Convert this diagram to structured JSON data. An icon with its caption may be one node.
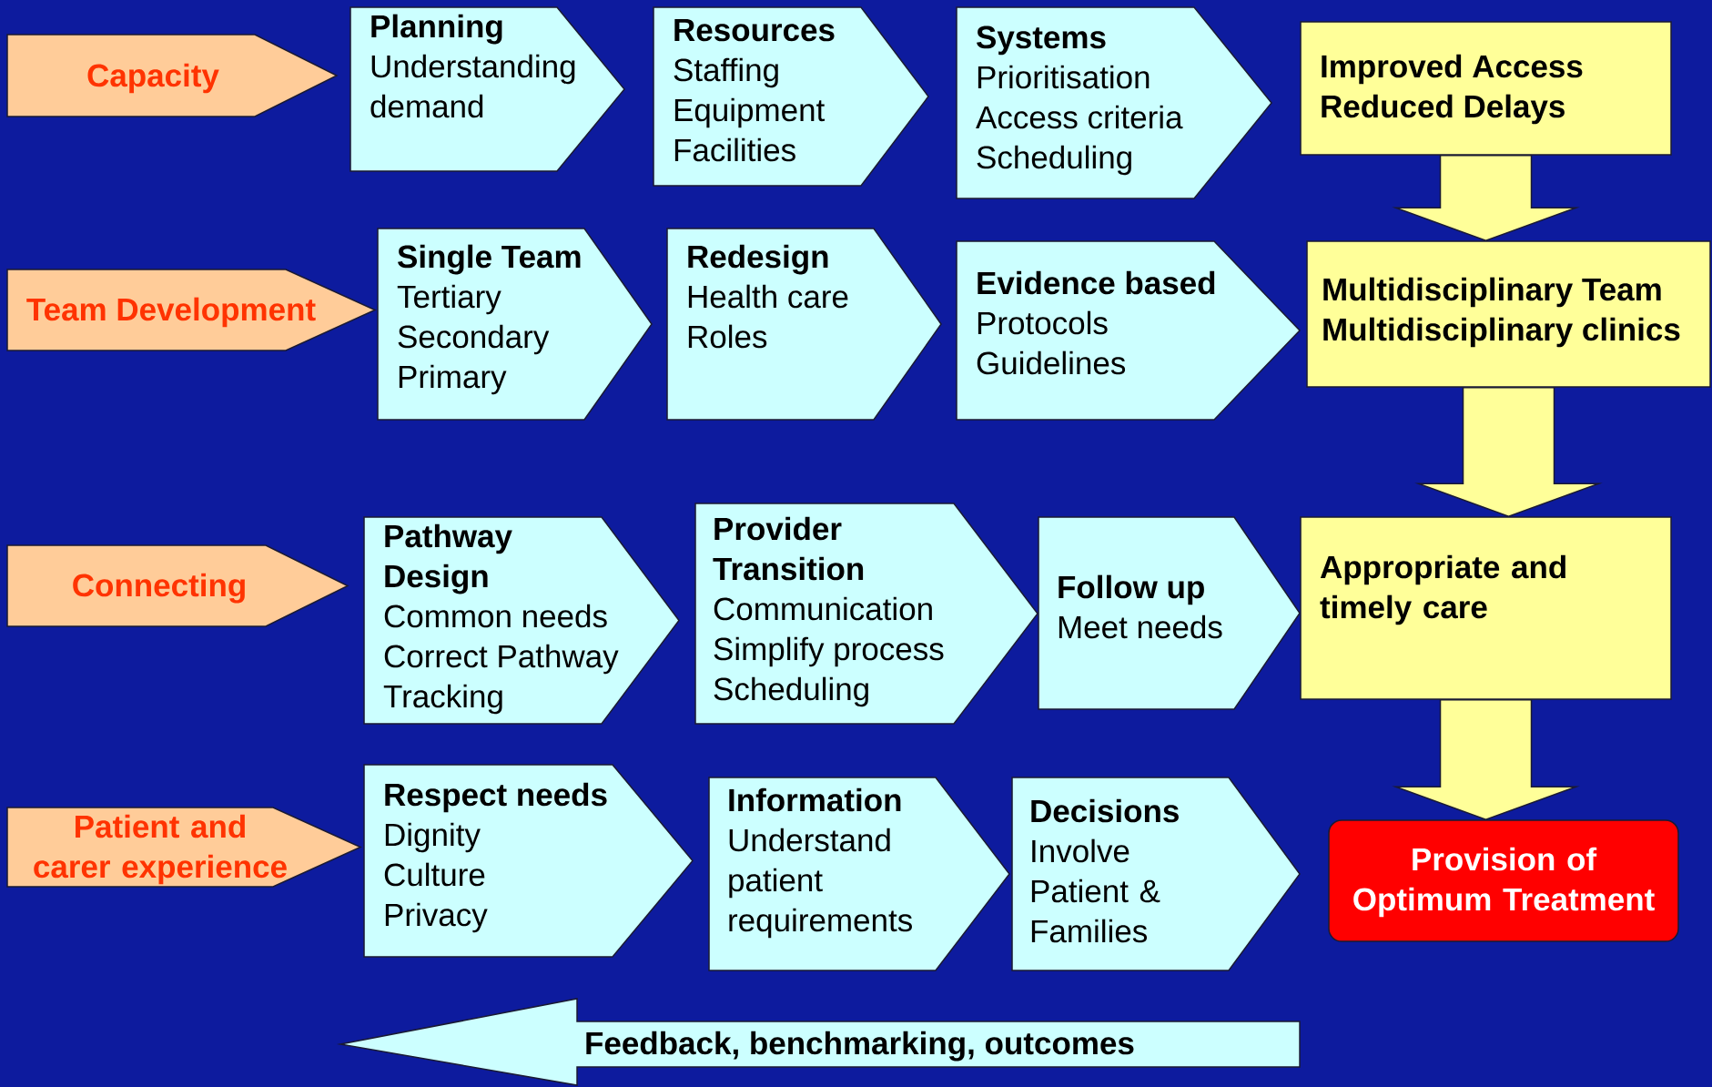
{
  "diagram": {
    "nodes": [
      {
        "text": [
          "Capacity"
        ]
      },
      {
        "text": [
          "Planning",
          "Understanding demand"
        ]
      },
      {
        "text": [
          "Resources",
          "Staffing",
          "Equipment",
          "Facilities"
        ]
      },
      {
        "text": [
          "Systems",
          "Prioritisation",
          "Access criteria",
          "Scheduling"
        ]
      },
      {
        "text": [
          "Improved Access",
          "Reduced Delays"
        ]
      },
      {
        "text": [
          "Team Development"
        ]
      },
      {
        "text": [
          "Single Team",
          "Tertiary",
          "Secondary",
          "Primary"
        ]
      },
      {
        "text": [
          "Redesign",
          "Health care",
          "Roles"
        ]
      },
      {
        "text": [
          "Evidence based",
          "Protocols",
          "Guidelines"
        ]
      },
      {
        "text": [
          "Multidisciplinary Team",
          "Multidisciplinary clinics"
        ]
      },
      {
        "text": [
          "Connecting"
        ]
      },
      {
        "text": [
          "Pathway Design",
          "Common needs",
          "Correct Pathway",
          "Tracking"
        ]
      },
      {
        "text": [
          "Provider Transition",
          "Communication",
          "Simplify process",
          "Scheduling"
        ]
      },
      {
        "text": [
          "Follow up",
          "Meet needs"
        ]
      },
      {
        "text": [
          "Appropriate and timely care"
        ]
      },
      {
        "text": [
          "Patient and carer experience"
        ]
      },
      {
        "text": [
          "Respect needs",
          "Dignity",
          "Culture",
          "Privacy"
        ]
      },
      {
        "text": [
          "Information",
          "Understand patient requirements"
        ]
      },
      {
        "text": [
          "Decisions",
          "Involve Patient & Families"
        ]
      },
      {
        "text": [
          "Provision of Optimum Treatment"
        ]
      },
      {
        "text": [
          "Feedback, benchmarking, outcomes"
        ]
      }
    ],
    "edges": [
      {
        "from": 4,
        "to": 9,
        "arrow": "to"
      },
      {
        "from": 9,
        "to": 14,
        "arrow": "to"
      },
      {
        "from": 14,
        "to": 19,
        "arrow": "to"
      }
    ]
  }
}
